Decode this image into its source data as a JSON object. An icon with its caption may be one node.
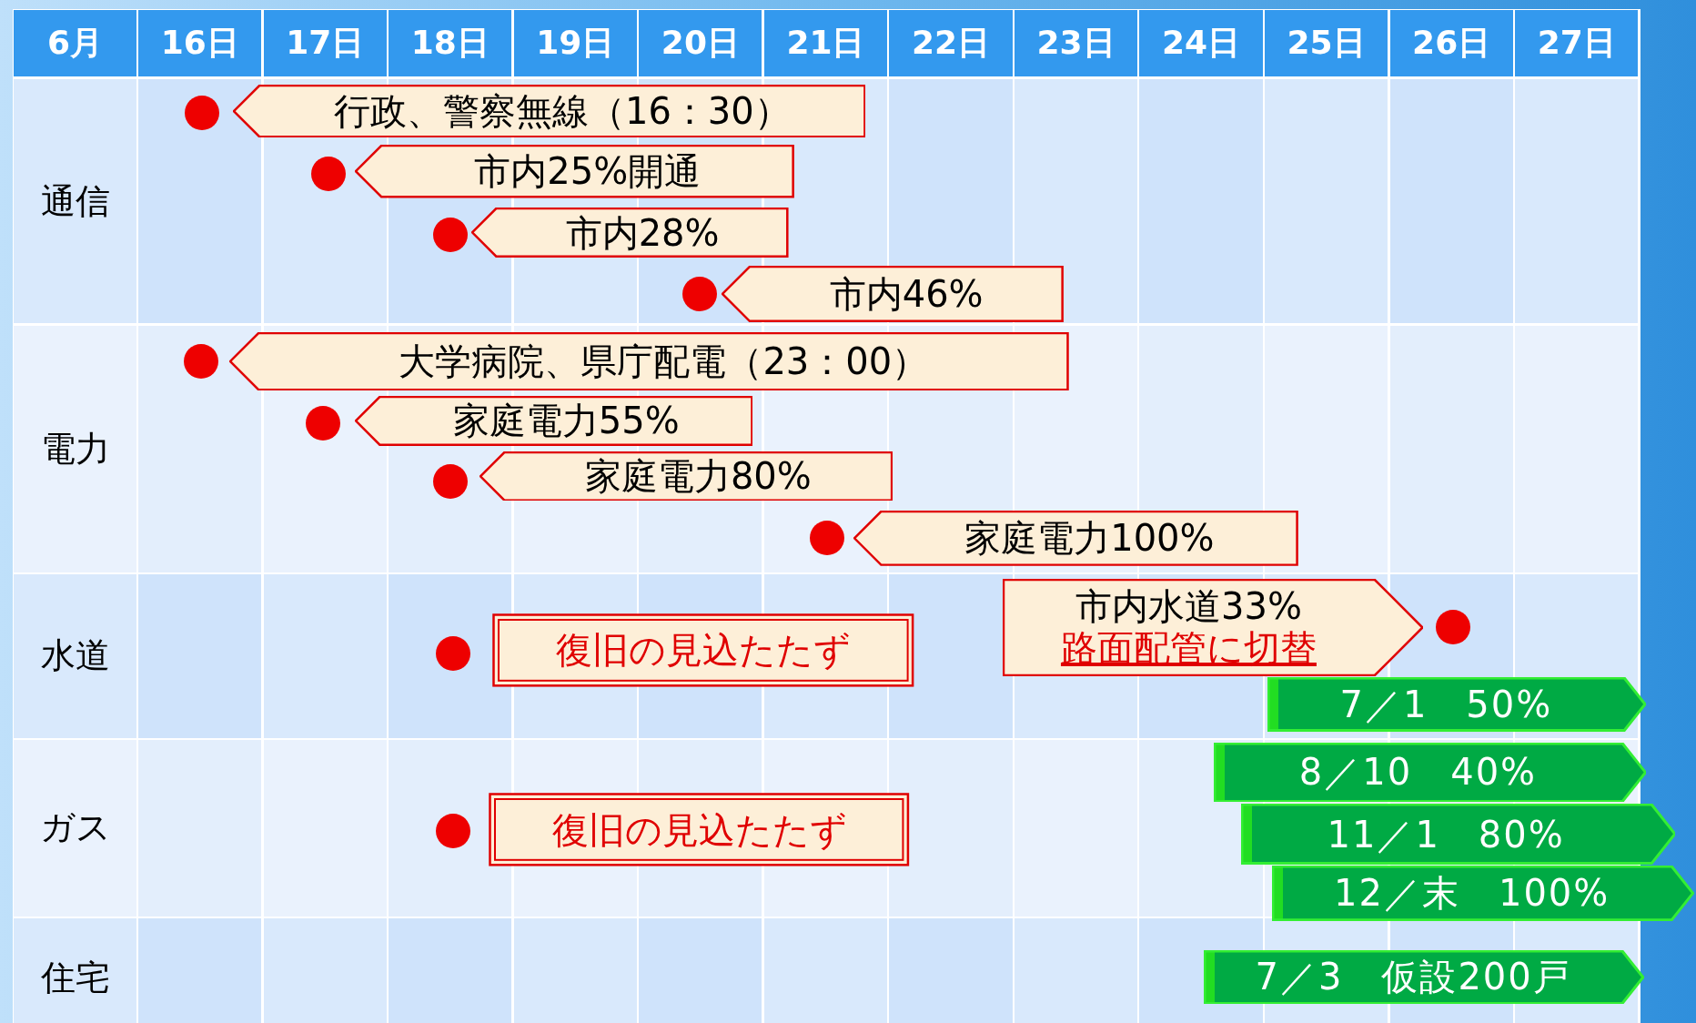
{
  "diagram": {
    "nodes": [
      {
        "text": [
          "行政、警察無線（16：30）"
        ]
      },
      {
        "text": [
          "市内25%開通"
        ]
      },
      {
        "text": [
          "市内28%"
        ]
      },
      {
        "text": [
          "市内46%"
        ]
      },
      {
        "text": [
          "大学病院、県庁配電（23：00）"
        ]
      },
      {
        "text": [
          "家庭電力55%"
        ]
      },
      {
        "text": [
          "家庭電力80%"
        ]
      },
      {
        "text": [
          "家庭電力100%"
        ]
      },
      {
        "text": [
          "復旧の見込たたず"
        ]
      },
      {
        "text": [
          "市内水道33%",
          "路面配管に切替"
        ]
      },
      {
        "text": [
          "7／1　50%"
        ]
      },
      {
        "text": [
          "復旧の見込たたず"
        ]
      },
      {
        "text": [
          "8／10　40%"
        ]
      },
      {
        "text": [
          "11／1　80%"
        ]
      },
      {
        "text": [
          "12／末　100%"
        ]
      },
      {
        "text": [
          "7／3　仮設200戸"
        ]
      }
    ],
    "labels": [
      "6月",
      "16日",
      "17日",
      "18日",
      "19日",
      "20日",
      "21日",
      "22日",
      "23日",
      "24日",
      "25日",
      "26日",
      "27日",
      "通信",
      "電力",
      "水道",
      "ガス",
      "住宅"
    ]
  }
}
